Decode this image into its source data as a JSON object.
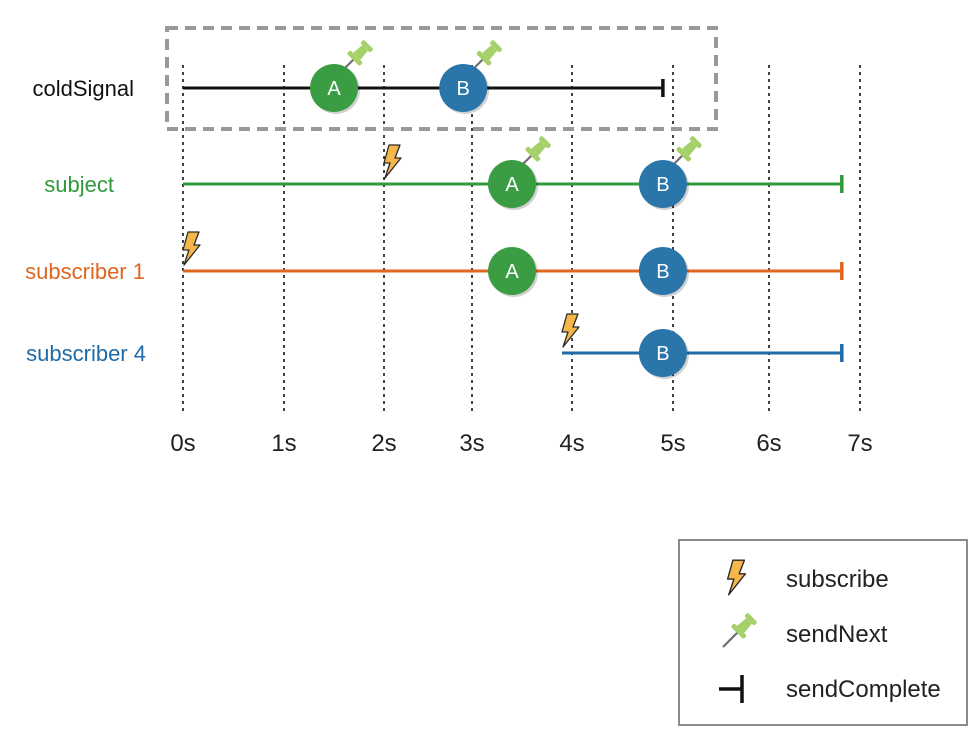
{
  "time_ticks": [
    "0s",
    "1s",
    "2s",
    "3s",
    "4s",
    "5s",
    "6s",
    "7s"
  ],
  "colors": {
    "coldSignal": "#111111",
    "subject": "#2e9a3c",
    "subscriber1": "#e0661f",
    "subscriber4": "#1f6aa9",
    "marble_green": "#3a9d43",
    "marble_blue": "#2a75a9",
    "bolt": "#f6b64a",
    "pin": "#a6d06a",
    "dashed_box": "#999999"
  },
  "rows": [
    {
      "id": "coldSignal",
      "label": "coldSignal",
      "color": "#111111",
      "start": 0,
      "end": 4.9,
      "completed": true,
      "subscribe_at": null,
      "events": [
        {
          "label": "A",
          "t": 1.5,
          "color": "green",
          "sendNext": true
        },
        {
          "label": "B",
          "t": 2.9,
          "color": "blue",
          "sendNext": true
        }
      ],
      "highlighted": true
    },
    {
      "id": "subject",
      "label": "subject",
      "color": "#2e9a3c",
      "start": 0,
      "end": 6.8,
      "completed": true,
      "subscribe_at": 2,
      "events": [
        {
          "label": "A",
          "t": 3.4,
          "color": "green",
          "sendNext": true
        },
        {
          "label": "B",
          "t": 4.9,
          "color": "blue",
          "sendNext": true
        }
      ]
    },
    {
      "id": "subscriber1",
      "label": "subscriber 1",
      "color": "#e0661f",
      "start": 0,
      "end": 6.8,
      "completed": true,
      "subscribe_at": 0,
      "events": [
        {
          "label": "A",
          "t": 3.4,
          "color": "green",
          "sendNext": false
        },
        {
          "label": "B",
          "t": 4.9,
          "color": "blue",
          "sendNext": false
        }
      ]
    },
    {
      "id": "subscriber4",
      "label": "subscriber 4",
      "color": "#1f6aa9",
      "start": 3.9,
      "end": 6.8,
      "completed": true,
      "subscribe_at": 3.9,
      "events": [
        {
          "label": "B",
          "t": 4.9,
          "color": "blue",
          "sendNext": false
        }
      ]
    }
  ],
  "legend": {
    "items": [
      {
        "icon": "lightning-bolt-icon",
        "label": "subscribe"
      },
      {
        "icon": "push-pin-icon",
        "label": "sendNext"
      },
      {
        "icon": "complete-bar-icon",
        "label": "sendComplete"
      }
    ]
  }
}
